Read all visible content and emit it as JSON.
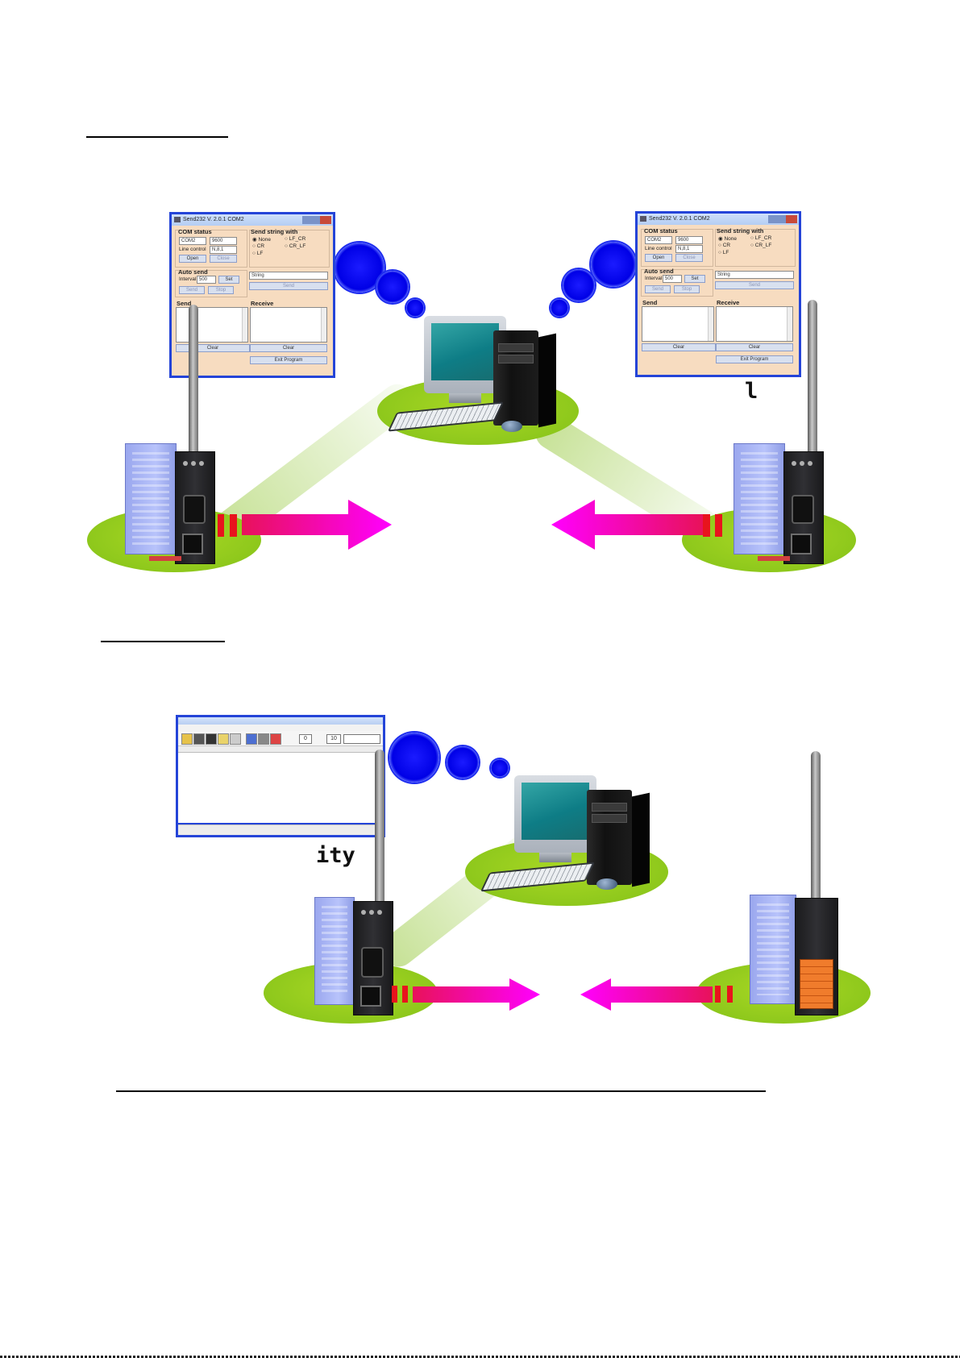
{
  "captions": {
    "top_right_suffix": "l",
    "bottom_left_suffix": "ity"
  },
  "send232": {
    "title": "Send232  V. 2.0.1  COM2",
    "com_status": "COM status",
    "com_port": "COM2",
    "baud": "9600",
    "line_control_label": "Line control",
    "line_control_value": "N,8,1",
    "open": "Open",
    "close": "Close",
    "send_string_with": "Send string with",
    "opt_none": "None",
    "opt_cr": "CR",
    "opt_lf": "LF",
    "opt_lf_cr": "LF_CR",
    "opt_cr_lf": "CR_LF",
    "auto_send": "Auto send",
    "interval_label": "Interval",
    "interval_value": "500",
    "set": "Set",
    "send": "Send",
    "stop": "Stop",
    "string_value": "String",
    "send_section": "Send",
    "receive_section": "Receive",
    "clear": "Clear",
    "exit_program": "Exit Program"
  },
  "utility": {
    "counter_a": "0",
    "counter_b": "10"
  },
  "colors": {
    "window_border": "#2444d8",
    "window_body": "#f7dcc0",
    "pad_green": "#8ec81c",
    "arrow_magenta": "#ff00ff",
    "bubble_blue": "#0000e6"
  }
}
